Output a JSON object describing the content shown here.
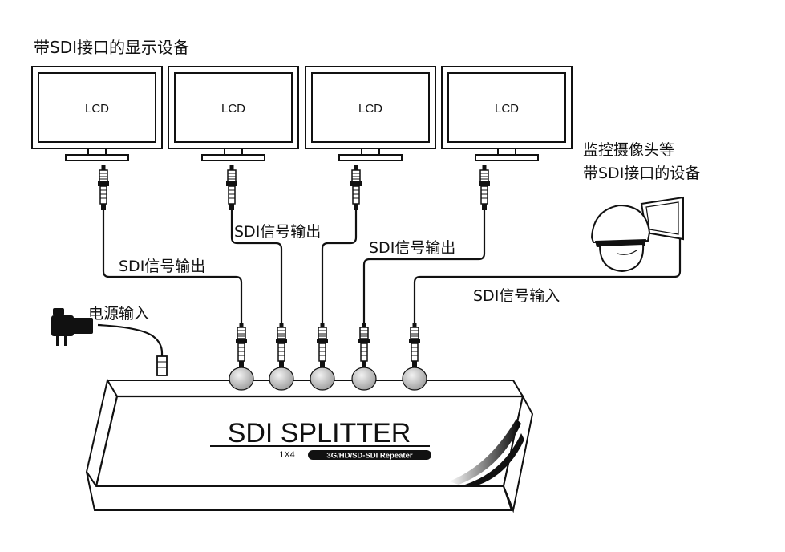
{
  "title": "带SDI接口的显示设备",
  "monitors": [
    {
      "label": "LCD"
    },
    {
      "label": "LCD"
    },
    {
      "label": "LCD"
    },
    {
      "label": "LCD"
    }
  ],
  "camera": {
    "line1": "监控摄像头等",
    "line2": "带SDI接口的设备"
  },
  "labels": {
    "out_left": "SDI信号输出",
    "out_mid": "SDI信号输出",
    "out_right": "SDI信号输出",
    "input": "SDI信号输入",
    "power": "电源输入"
  },
  "splitter": {
    "title": "SDI SPLITTER",
    "model": "1X4",
    "badge": "3G/HD/SD-SDI Repeater"
  },
  "colors": {
    "line": "#111111",
    "background": "#ffffff"
  },
  "icons": [
    "monitor-icon",
    "bnc-connector-icon",
    "dome-camera-icon",
    "power-adapter-icon"
  ]
}
